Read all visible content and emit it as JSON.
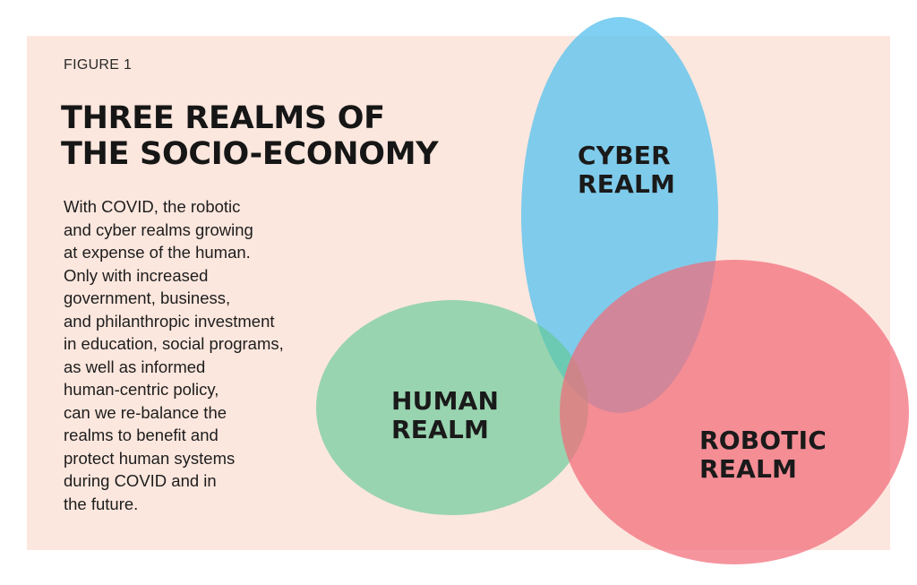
{
  "figure_label": "FIGURE 1",
  "title": {
    "line1": "THREE REALMS OF",
    "line2": "THE SOCIO-ECONOMY"
  },
  "body_lines": [
    "With COVID, the robotic",
    "and cyber realms growing",
    "at expense of the human.",
    "Only with increased",
    "government, business,",
    "and philanthropic investment",
    "in education, social programs,",
    "as well as informed",
    "human-centric policy,",
    "can we re-balance the",
    "realms to benefit and",
    "protect human systems",
    "during COVID and in",
    "the future."
  ],
  "realms": {
    "cyber": {
      "line1": "CYBER",
      "line2": "REALM",
      "color": "#5bc3ee"
    },
    "human": {
      "line1": "HUMAN",
      "line2": "REALM",
      "color": "#62c995"
    },
    "robotic": {
      "line1": "ROBOTIC",
      "line2": "REALM",
      "color": "#f26b78"
    }
  },
  "colors": {
    "panel_background": "#fce7de",
    "text": "#1a1a1a"
  }
}
